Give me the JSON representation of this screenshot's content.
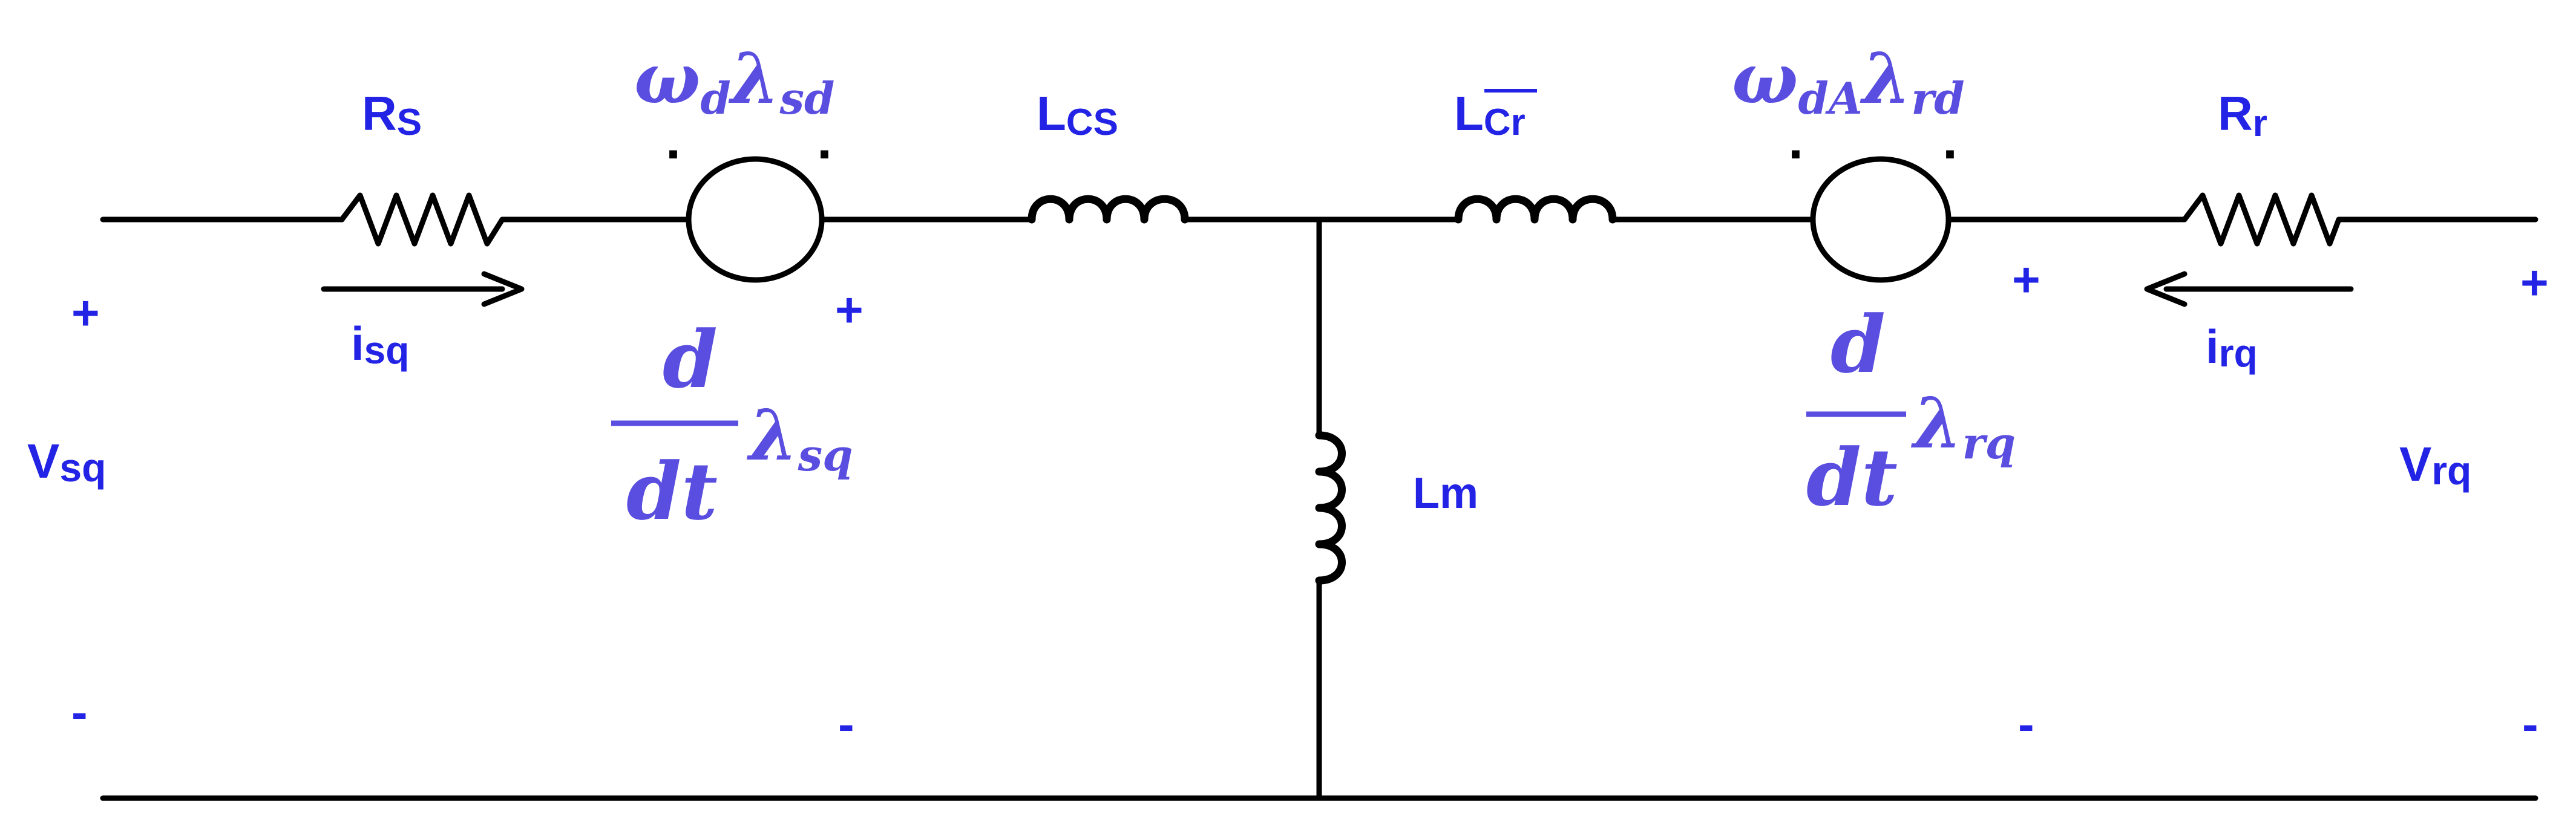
{
  "labels": {
    "rs_main": "R",
    "rs_sub": "S",
    "rr_main": "R",
    "rr_sub": "r",
    "lcs_main": "L",
    "lcs_sub": "CS",
    "lcr_main": "L",
    "lcr_sub": "Cr",
    "lm": "Lm",
    "isq_main": "i",
    "isq_sub": "sq",
    "irq_main": "i",
    "irq_sub": "rq",
    "vsq_main": "V",
    "vsq_sub": "sq",
    "vrq_main": "V",
    "vrq_sub": "rq",
    "plus": "+",
    "minus": "-",
    "dot": "."
  },
  "expressions": {
    "omega_d": "ω",
    "omega_d_sub": "d",
    "lambda": "λ",
    "lambda_sd_sub": "sd",
    "omega_dA": "ω",
    "omega_dA_sub": "dA",
    "lambda_rd_sub": "rd",
    "d": "d",
    "dt": "dt",
    "lambda_sq_sub": "sq",
    "lambda_rq_sub": "rq"
  },
  "colors": {
    "label": "#2323e6",
    "math": "#5a4ee0",
    "wire": "#000000"
  }
}
